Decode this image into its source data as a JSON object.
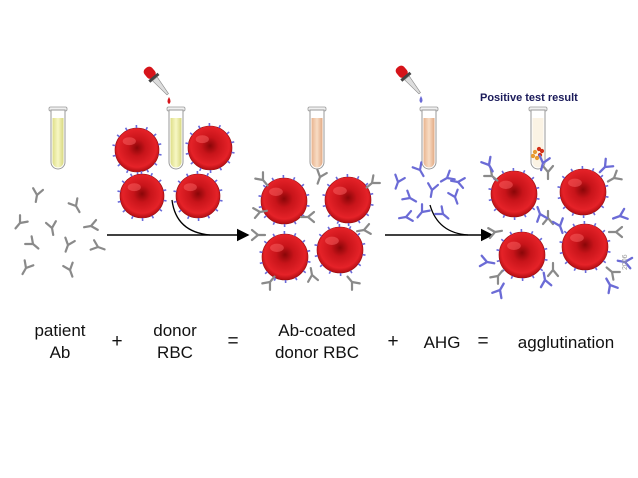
{
  "caption": {
    "positive_result": "Positive test result",
    "year_mark": "2006"
  },
  "equation": {
    "term1_line1": "patient",
    "term1_line2": "Ab",
    "plus1": "+",
    "term2_line1": "donor",
    "term2_line2": "RBC",
    "equals1": "=",
    "term3_line1": "Ab-coated",
    "term3_line2": "donor RBC",
    "plus2": "+",
    "term4": "AHG",
    "equals2": "=",
    "term5": "agglutination"
  },
  "colors": {
    "rbc": "#d6141a",
    "rbc_dark": "#a00c10",
    "patient_antibody": "#8a8a8a",
    "ahg": "#6b6bd6",
    "tube_yellow": "#eeeeaa",
    "tube_peach": "#f2c9a8"
  }
}
